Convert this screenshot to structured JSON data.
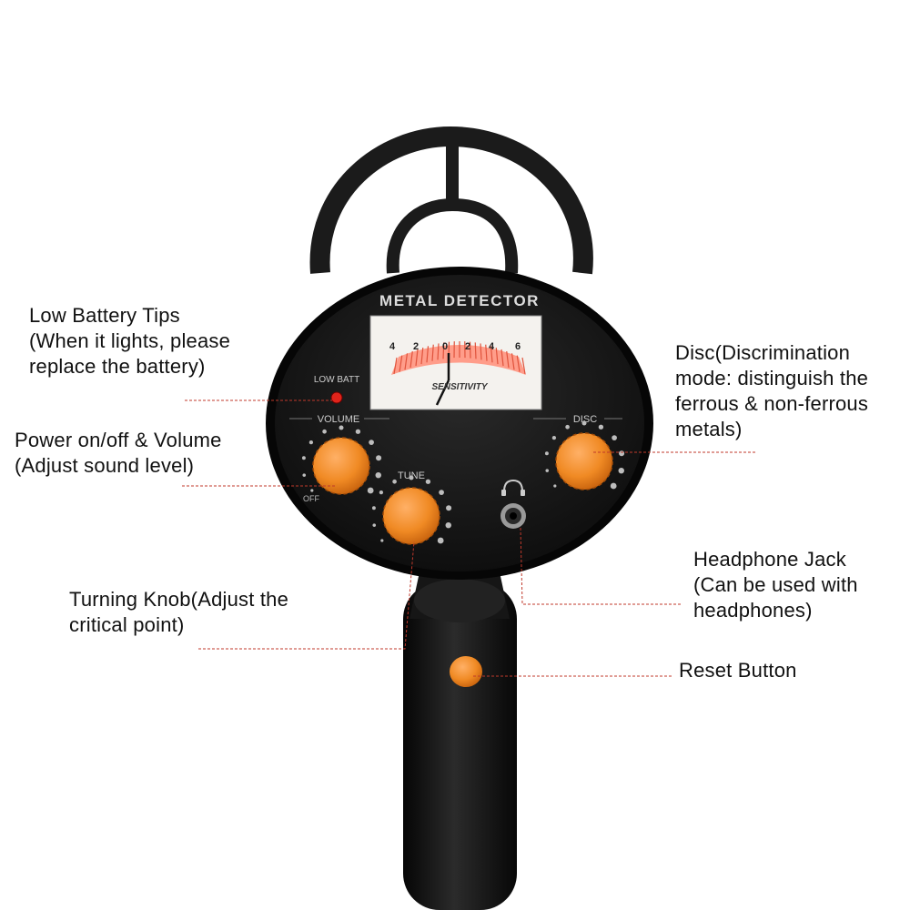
{
  "device": {
    "brand_label": "METAL DETECTOR",
    "meter": {
      "scale_labels": [
        "4",
        "2",
        "0",
        "2",
        "4",
        "6"
      ],
      "meter_label": "SENSITIVITY"
    },
    "panel_labels": {
      "low_batt": "LOW BATT",
      "volume": "VOLUME",
      "off": "OFF",
      "tune": "TUNE",
      "disc": "DISC"
    }
  },
  "colors": {
    "knob": "#f08a24",
    "panel": "#151515",
    "leader": "#c0392b",
    "led": "#e0241b"
  },
  "callouts": {
    "low_battery": [
      "Low Battery Tips",
      "(When it lights, please",
      "replace the battery)"
    ],
    "power_volume": [
      "Power on/off & Volume",
      "(Adjust sound level)"
    ],
    "turning_knob": [
      "Turning Knob(Adjust the",
      "critical point)"
    ],
    "disc": [
      "Disc(Discrimination",
      "mode: distinguish the",
      "ferrous & non-ferrous",
      "metals)"
    ],
    "headphone": [
      "Headphone Jack",
      "(Can be used with",
      "headphones)"
    ],
    "reset": [
      "Reset Button"
    ]
  }
}
